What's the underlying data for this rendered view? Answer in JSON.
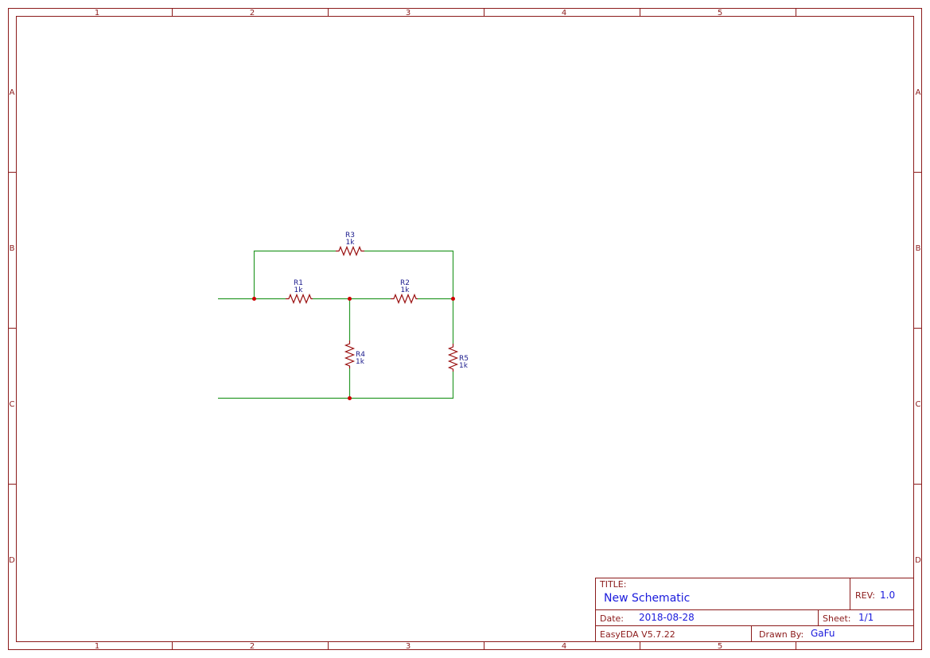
{
  "colors": {
    "frame": "#8b1a1a",
    "wire": "#2a9a2a",
    "component": "#9a1010",
    "junction": "#cc0000",
    "designator": "#1a1a8c",
    "field_value": "#1a1adc"
  },
  "zones": {
    "columns": [
      "1",
      "2",
      "3",
      "4",
      "5"
    ],
    "rows": [
      "A",
      "B",
      "C",
      "D"
    ]
  },
  "title_block": {
    "title_label": "TITLE:",
    "title_value": "New Schematic",
    "rev_label": "REV:",
    "rev_value": "1.0",
    "date_label": "Date:",
    "date_value": "2018-08-28",
    "sheet_label": "Sheet:",
    "sheet_value": "1/1",
    "software": "EasyEDA V5.7.22",
    "drawn_by_label": "Drawn By:",
    "drawn_by_value": "GaFu"
  },
  "components": [
    {
      "ref": "R1",
      "value": "1k"
    },
    {
      "ref": "R2",
      "value": "1k"
    },
    {
      "ref": "R3",
      "value": "1k"
    },
    {
      "ref": "R4",
      "value": "1k"
    },
    {
      "ref": "R5",
      "value": "1k"
    }
  ]
}
